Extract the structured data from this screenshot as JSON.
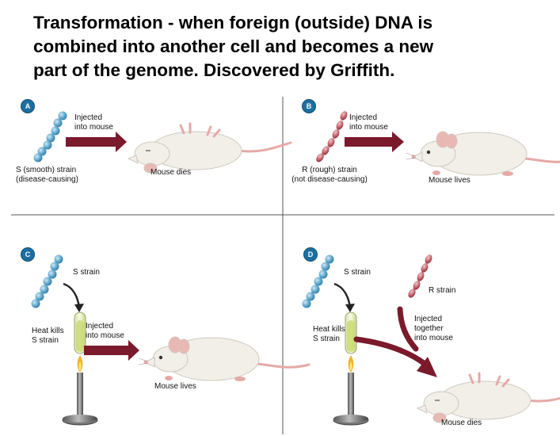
{
  "title_lines": [
    "Transformation - when foreign (outside) DNA is",
    "combined into another cell and becomes a new",
    "part of the genome.  Discovered by Griffith."
  ],
  "panels": {
    "a": {
      "badge": "A",
      "strain_line1": "S (smooth) strain",
      "strain_line2": "(disease-causing)",
      "arrow_line1": "Injected",
      "arrow_line2": "into mouse",
      "outcome": "Mouse dies"
    },
    "b": {
      "badge": "B",
      "strain_line1": "R (rough) strain",
      "strain_line2": "(not disease-causing)",
      "arrow_line1": "Injected",
      "arrow_line2": "into mouse",
      "outcome": "Mouse lives"
    },
    "c": {
      "badge": "C",
      "strain": "S strain",
      "heat_line1": "Heat kills",
      "heat_line2": "S strain",
      "arrow_line1": "Injected",
      "arrow_line2": "into mouse",
      "outcome": "Mouse lives"
    },
    "d": {
      "badge": "D",
      "strain_s": "S strain",
      "strain_r": "R strain",
      "heat_line1": "Heat kills",
      "heat_line2": "S strain",
      "arrow_line1": "Injected",
      "arrow_line2": "together",
      "arrow_line3": "into mouse",
      "outcome": "Mouse dies"
    }
  },
  "colors": {
    "arrow": "#7a1a2b",
    "s_strain": "#5fa8cc",
    "r_strain": "#c4626b",
    "mouse_body": "#f2efe9",
    "mouse_pink": "#e6a9a6",
    "badge": "#1c6fa0",
    "grid_line": "#555555"
  }
}
